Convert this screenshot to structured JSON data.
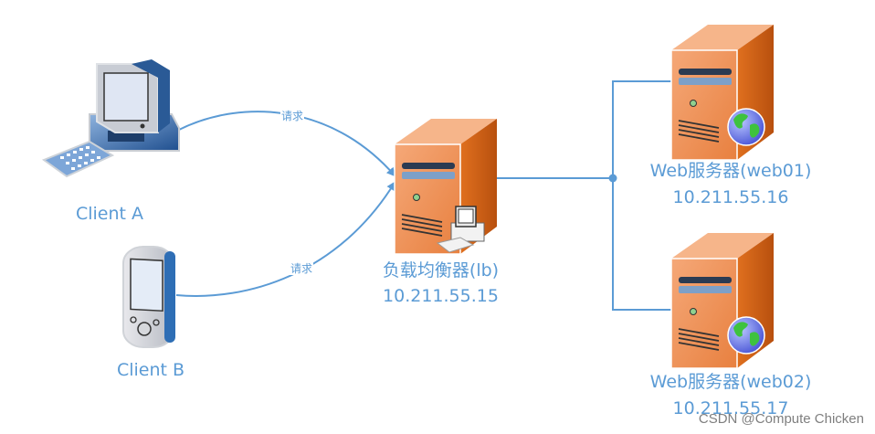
{
  "colors": {
    "line": "#5b9bd5",
    "label": "#5b9bd5",
    "server_front": "#f0955a",
    "server_side": "#c85a12",
    "client_blue": "#2e6eb5"
  },
  "nodes": {
    "client_a": {
      "label": "Client A",
      "icon": "desktop-computer-icon"
    },
    "client_b": {
      "label": "Client B",
      "icon": "pda-device-icon"
    },
    "lb": {
      "label": "负载均衡器(lb)",
      "ip": "10.211.55.15",
      "icon": "server-with-workstation-icon"
    },
    "web01": {
      "label": "Web服务器(web01)",
      "ip": "10.211.55.16",
      "icon": "web-server-icon"
    },
    "web02": {
      "label": "Web服务器(web02)",
      "ip": "10.211.55.17",
      "icon": "web-server-icon"
    }
  },
  "edges": [
    {
      "from": "client_a",
      "to": "lb",
      "label": "请求"
    },
    {
      "from": "client_b",
      "to": "lb",
      "label": "请求"
    },
    {
      "from": "lb",
      "to": "web01",
      "label": ""
    },
    {
      "from": "lb",
      "to": "web02",
      "label": ""
    }
  ],
  "watermark": "CSDN @Compute Chicken"
}
